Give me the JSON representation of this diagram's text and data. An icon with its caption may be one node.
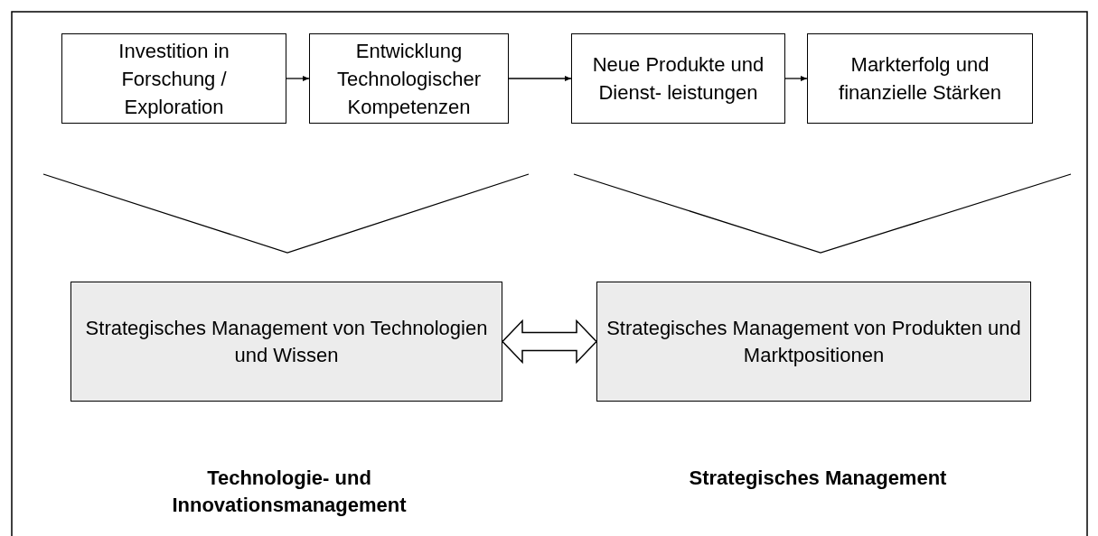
{
  "diagram": {
    "nodes": [
      {
        "text": [
          "Investition in Forschung / Exploration"
        ]
      },
      {
        "text": [
          "Entwicklung Technologischer Kompetenzen"
        ]
      },
      {
        "text": [
          "Neue Produkte und Dienst- leistungen"
        ]
      },
      {
        "text": [
          "Markterfolg und finanzielle Stärken"
        ]
      },
      {
        "text": [
          "Strategisches Management von Technologien und Wissen"
        ]
      },
      {
        "text": [
          "Strategisches Management von Produkten und Marktpositionen"
        ]
      }
    ],
    "edges": [
      {
        "from": 0,
        "to": 1,
        "arrow": "to"
      },
      {
        "from": 1,
        "to": 2,
        "arrow": "to"
      },
      {
        "from": 2,
        "to": 3,
        "arrow": "to"
      },
      {
        "from": 4,
        "to": 5,
        "arrow": "both",
        "style": "thick"
      }
    ],
    "labels": [
      "Technologie- und Innovationsmanagement",
      "Strategisches Management"
    ]
  }
}
